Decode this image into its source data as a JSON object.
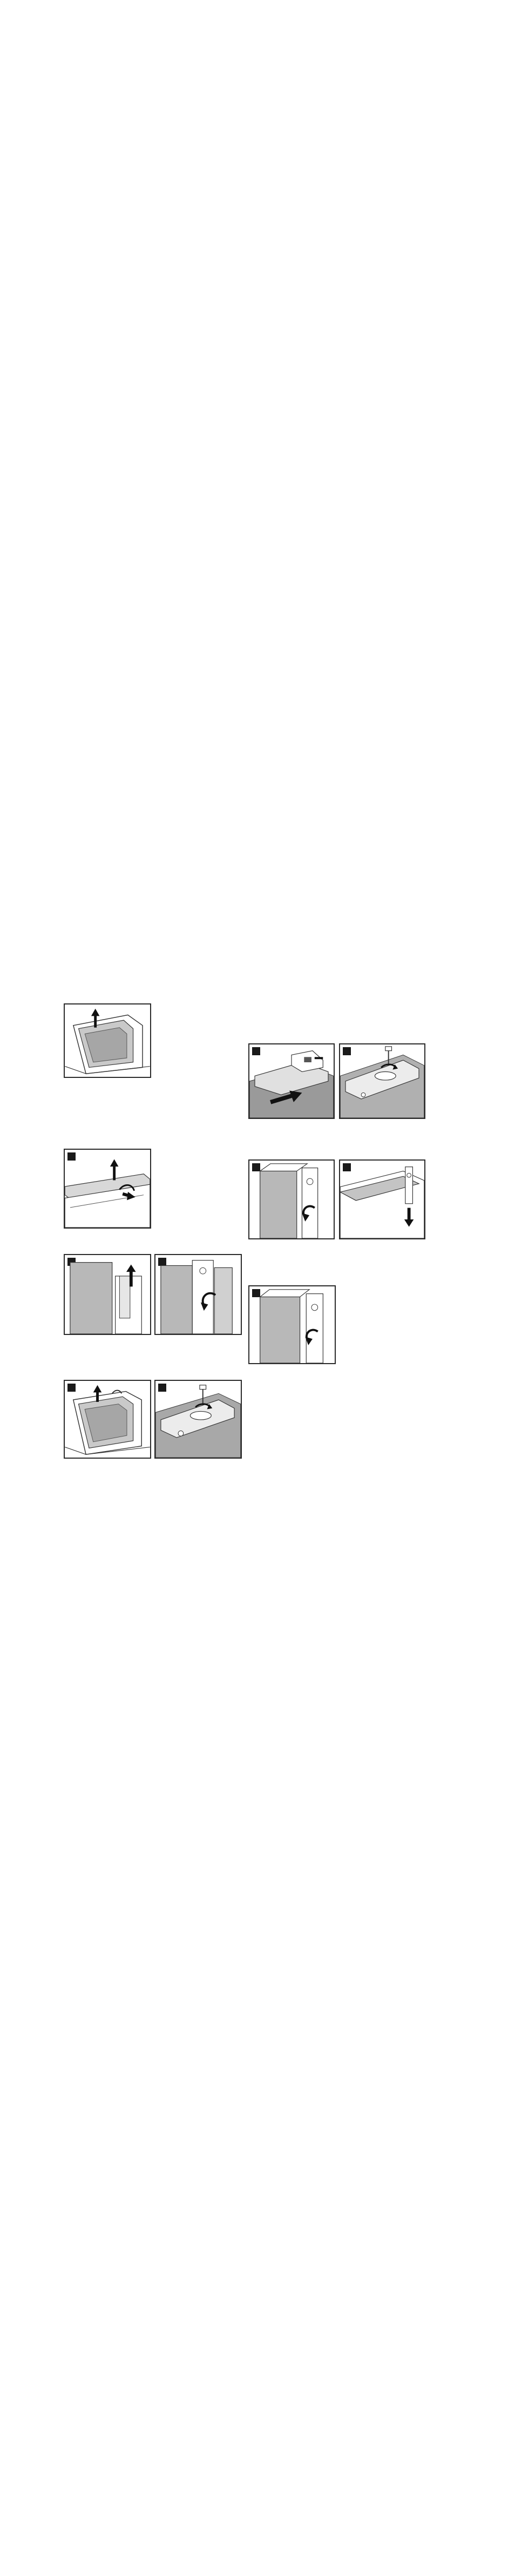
{
  "page": {
    "title": "",
    "background": "#ffffff"
  },
  "colors": {
    "frame": "#2b2b2b",
    "arrow": "#111111",
    "glass_shade": "#b8b8b8",
    "floor_shade": "#9a9a9a"
  },
  "figures": [
    {
      "id": "fig-a",
      "step_marker": false,
      "subject": "door-lift-up"
    },
    {
      "id": "fig-b1",
      "step_marker": true,
      "subject": "hinge-floor-slide"
    },
    {
      "id": "fig-b2",
      "step_marker": true,
      "subject": "hinge-screw-detail"
    },
    {
      "id": "fig-c",
      "step_marker": true,
      "subject": "cover-strip-unclip"
    },
    {
      "id": "fig-d1",
      "step_marker": true,
      "subject": "panel-rotate"
    },
    {
      "id": "fig-d2",
      "step_marker": true,
      "subject": "clip-push-down"
    },
    {
      "id": "fig-e1",
      "step_marker": true,
      "subject": "pane-lift-out"
    },
    {
      "id": "fig-e2",
      "step_marker": true,
      "subject": "pane-rotate"
    },
    {
      "id": "fig-f",
      "step_marker": true,
      "subject": "panel-rotate-single"
    },
    {
      "id": "fig-g1",
      "step_marker": true,
      "subject": "door-lift-up-2"
    },
    {
      "id": "fig-g2",
      "step_marker": true,
      "subject": "screw-floor-detail"
    }
  ]
}
